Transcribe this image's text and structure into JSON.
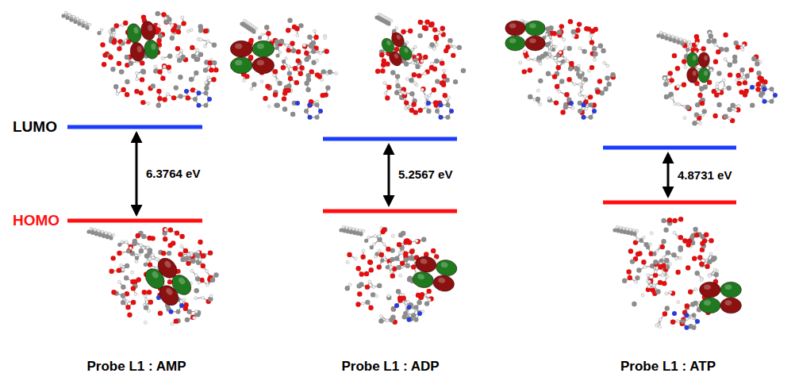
{
  "diagram": {
    "labels": [
      "LUMO",
      "HOMO",
      "6.3764 eV",
      "5.2567 eV",
      "4.8731 eV",
      "Probe L1 : AMP",
      "Probe L1 : ADP",
      "Probe L1 : ATP"
    ]
  }
}
